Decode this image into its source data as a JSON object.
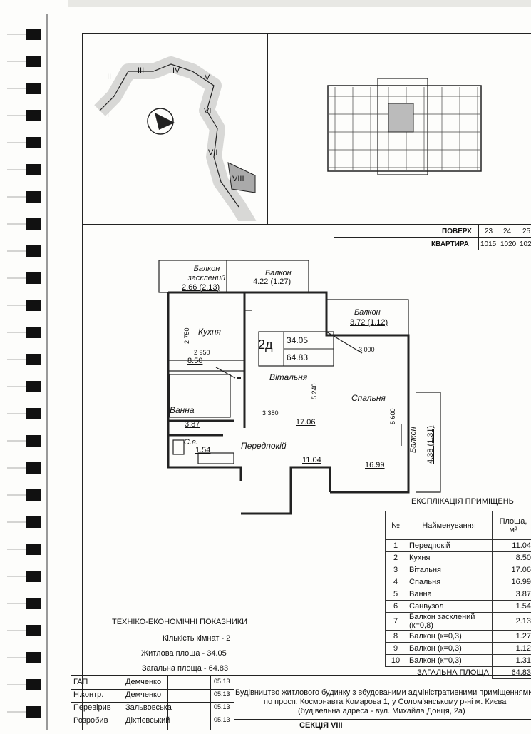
{
  "key_plan": {
    "sections": [
      "I",
      "II",
      "III",
      "IV",
      "V",
      "VI",
      "VII",
      "VIII"
    ],
    "highlighted": "VIII"
  },
  "floors_table": {
    "row1_label": "ПОВЕРХ",
    "row1_values": [
      "23",
      "24",
      "25"
    ],
    "row2_label": "КВАРТИРА",
    "row2_values": [
      "1015",
      "1020",
      "102"
    ]
  },
  "plan": {
    "apt_type": "2д",
    "living_area": "34.05",
    "total_area": "64.83",
    "rooms": {
      "balcony_glazed_name": "Балкон засклений",
      "balcony_glazed_area": "2.66 (2.13)",
      "balcony1_name": "Балкон",
      "balcony1_area": "4.22 (1.27)",
      "balcony2_name": "Балкон",
      "balcony2_area": "3.72 (1.12)",
      "balcony3_name": "Балкон",
      "balcony3_area": "4.38 (1.31)",
      "kitchen_name": "Кухня",
      "kitchen_area": "8.50",
      "living_name": "Вітальня",
      "living_area": "17.06",
      "bedroom_name": "Спальня",
      "bedroom_area": "16.99",
      "bath_name": "Ванна",
      "bath_area": "3.87",
      "wc_name": "С.в.",
      "wc_area": "1.54",
      "hall_name": "Передпокій",
      "hall_area": "11.04"
    },
    "dims": {
      "kitchen_h": "2 750",
      "kitchen_w": "2 950",
      "living_h": "5 240",
      "living_w": "3 380",
      "bedroom_w": "3 000",
      "bedroom_h": "5 600"
    }
  },
  "explication": {
    "title": "ЕКСПЛІКАЦІЯ ПРИМІЩЕНЬ",
    "headers": [
      "№",
      "Найменування",
      "Площа, м²"
    ],
    "rows": [
      [
        "1",
        "Передпокій",
        "11.04"
      ],
      [
        "2",
        "Кухня",
        "8.50"
      ],
      [
        "3",
        "Вітальня",
        "17.06"
      ],
      [
        "4",
        "Спальня",
        "16.99"
      ],
      [
        "5",
        "Ванна",
        "3.87"
      ],
      [
        "6",
        "Санвузол",
        "1.54"
      ],
      [
        "7",
        "Балкон засклений (к=0,8)",
        "2.13"
      ],
      [
        "8",
        "Балкон (к=0,3)",
        "1.27"
      ],
      [
        "9",
        "Балкон (к=0,3)",
        "1.12"
      ],
      [
        "10",
        "Балкон (к=0,3)",
        "1.31"
      ]
    ],
    "total_label": "ЗАГАЛЬНА ПЛОЩА",
    "total_value": "64.83"
  },
  "indicators": {
    "title": "ТЕХНІКО-ЕКОНОМІЧНІ ПОКАЗНИКИ",
    "rooms": "Кількість кімнат - 2",
    "living": "Житлова площа - 34.05",
    "total": "Загальна площа - 64.83"
  },
  "title_block": {
    "rows": [
      {
        "role": "ГАП",
        "name": "Демченко",
        "date": "05.13"
      },
      {
        "role": "Н.контр.",
        "name": "Демченко",
        "date": "05.13"
      },
      {
        "role": "Перевірив",
        "name": "Зальвовська",
        "date": "05.13"
      },
      {
        "role": "Розробив",
        "name": "Діхтієвський",
        "date": "05.13"
      }
    ],
    "description_line1": "Будівництво житлового будинку з вбудованими адміністративними приміщеннями",
    "description_line2": "по просп. Космонавта Комарова 1, у Солом'янському р-ні м. Києва",
    "description_line3": "(будівельна адреса - вул. Михайла Донця, 2а)",
    "section": "СЕКЦІЯ VIII"
  }
}
